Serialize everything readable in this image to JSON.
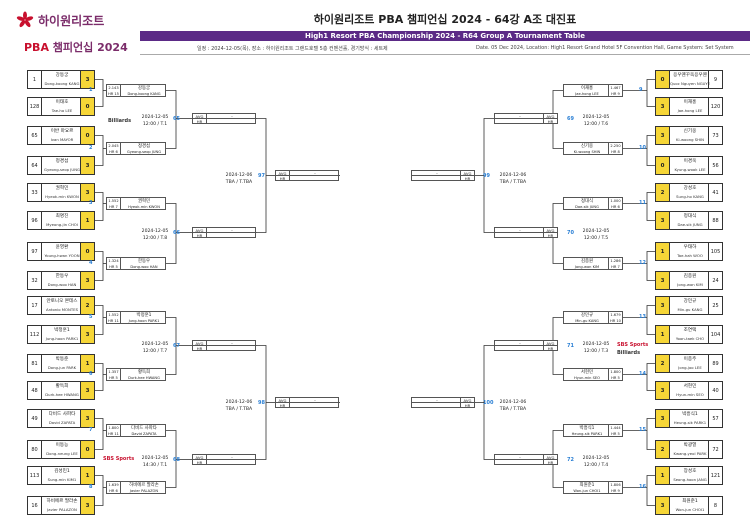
{
  "header": {
    "logo_kr": "하이원리조트",
    "logo_pba_prefix": "PBA",
    "logo_pba_rest": " 챔피언십 2024",
    "title_kr": "하이원리조트 PBA 챔피언십 2024 - 64강 A조 대진표",
    "title_en": "High1 Resort PBA Championship 2024 - R64 Group A Tournament Table",
    "info_left": "일정 : 2024-12-05(목), 장소 : 하이원리조트 그랜드호텔 5층 컨벤션홀, 경기방식 : 세트제",
    "info_right": "Date. 05 Dec 2024, Location: High1 Resort Grand Hotel 5F Convention Hall, Game System: Set System"
  },
  "labels": {
    "avg": "AVG",
    "hr": "HR",
    "dash": "-"
  },
  "sponsors": {
    "billiards": "Billiards",
    "sbs_sports": "SBS Sports"
  },
  "players_left": [
    {
      "seed": "1",
      "kr": "강동궁",
      "en": "Dong-koong KANG",
      "score": "3"
    },
    {
      "seed": "128",
      "kr": "이태호",
      "en": "Tae-ho LEE",
      "score": "0"
    },
    {
      "seed": "65",
      "kr": "이반 마요르",
      "en": "Ivan MAYOR",
      "score": "0"
    },
    {
      "seed": "64",
      "kr": "정경섭",
      "en": "Gyeong-seop JUNG",
      "score": "3"
    },
    {
      "seed": "33",
      "kr": "권혁민",
      "en": "Hyeok-min KWON",
      "score": "3"
    },
    {
      "seed": "96",
      "kr": "최명진",
      "en": "Myeong-jin CHOI",
      "score": "1"
    },
    {
      "seed": "97",
      "kr": "윤영환",
      "en": "Young-hwan YOON",
      "score": "0"
    },
    {
      "seed": "32",
      "kr": "한동우",
      "en": "Dong-woo HAN",
      "score": "3"
    },
    {
      "seed": "17",
      "kr": "안토니오 몬테스",
      "en": "Antonio MONTES",
      "score": "2"
    },
    {
      "seed": "112",
      "kr": "박정훈1",
      "en": "Jung-hoon PARK1",
      "score": "3"
    },
    {
      "seed": "81",
      "kr": "박동준",
      "en": "Dong-jun PARK",
      "score": "1"
    },
    {
      "seed": "48",
      "kr": "황득희",
      "en": "Durk-hee HWANG",
      "score": "3"
    },
    {
      "seed": "49",
      "kr": "다비드 사파타",
      "en": "David ZAPATA",
      "score": "3"
    },
    {
      "seed": "80",
      "kr": "이동능",
      "en": "Dong-neung LEE",
      "score": "0"
    },
    {
      "seed": "113",
      "kr": "김성민1",
      "en": "Sung-min KIM1",
      "score": "1"
    },
    {
      "seed": "16",
      "kr": "하비에르 팔라손",
      "en": "Javier PALAZON",
      "score": "3"
    }
  ],
  "players_right": [
    {
      "seed": "9",
      "kr": "응우옌꾸옥응우옌",
      "en": "Quoc Nguyen NGUYEN",
      "score": "0"
    },
    {
      "seed": "120",
      "kr": "이재홍",
      "en": "Jae-hong LEE",
      "score": "3"
    },
    {
      "seed": "73",
      "kr": "신기웅",
      "en": "Ki-woong SHIN",
      "score": "3"
    },
    {
      "seed": "56",
      "kr": "이경욱",
      "en": "Kyung-wook LEE",
      "score": "0"
    },
    {
      "seed": "41",
      "kr": "강성호",
      "en": "Sung-ho KANG",
      "score": "2"
    },
    {
      "seed": "88",
      "kr": "정대식",
      "en": "Dae-sik JUNG",
      "score": "3"
    },
    {
      "seed": "105",
      "kr": "우태하",
      "en": "Tae-hah WOO",
      "score": "1"
    },
    {
      "seed": "24",
      "kr": "김종원",
      "en": "Jong-won KIM",
      "score": "3"
    },
    {
      "seed": "25",
      "kr": "강민규",
      "en": "Min-gu KANG",
      "score": "3"
    },
    {
      "seed": "104",
      "kr": "조연택",
      "en": "Yoon-taek CHO",
      "score": "1"
    },
    {
      "seed": "89",
      "kr": "이종주",
      "en": "Jong-joo LEE",
      "score": "2"
    },
    {
      "seed": "40",
      "kr": "서현민",
      "en": "Hyun-min SEO",
      "score": "3"
    },
    {
      "seed": "57",
      "kr": "박흥식1",
      "en": "Heung-sik PARK1",
      "score": "3"
    },
    {
      "seed": "72",
      "kr": "박광열",
      "en": "Kwang-yeol PARK",
      "score": "2"
    },
    {
      "seed": "121",
      "kr": "장성호",
      "en": "Seong-hoon JANG",
      "score": "1"
    },
    {
      "seed": "8",
      "kr": "최원준1",
      "en": "Won-jun CHOI1",
      "score": "3"
    }
  ],
  "winners_left": [
    {
      "avg": "2.143",
      "hr": "HR 15",
      "kr": "강동궁",
      "en": "Dong-koong KANG"
    },
    {
      "avg": "2.045",
      "hr": "HR 6",
      "kr": "정경섭",
      "en": "Gyeong-seop JUNG"
    },
    {
      "avg": "1.552",
      "hr": "HR 7",
      "kr": "권혁민",
      "en": "Hyeok-min KWON"
    },
    {
      "avg": "1.324",
      "hr": "HR 5",
      "kr": "한동우",
      "en": "Dong-woo HAN"
    },
    {
      "avg": "1.552",
      "hr": "HR 11",
      "kr": "박정훈1",
      "en": "Jung-hoon PARK1"
    },
    {
      "avg": "1.357",
      "hr": "HR 5",
      "kr": "황득희",
      "en": "Durk-hee HWANG"
    },
    {
      "avg": "1.800",
      "hr": "HR 11",
      "kr": "다비드 사파타",
      "en": "David ZAPATA"
    },
    {
      "avg": "1.639",
      "hr": "HR 6",
      "kr": "하비에르 팔라손",
      "en": "Javier PALAZON"
    }
  ],
  "winners_right": [
    {
      "avg": "1.467",
      "hr": "HR 9",
      "kr": "이재홍",
      "en": "Jae-hong LEE"
    },
    {
      "avg": "2.250",
      "hr": "HR 8",
      "kr": "신기웅",
      "en": "Ki-woong SHIN"
    },
    {
      "avg": "1.000",
      "hr": "HR 6",
      "kr": "정대식",
      "en": "Dae-sik JUNG"
    },
    {
      "avg": "1.286",
      "hr": "HR 7",
      "kr": "김종원",
      "en": "Jong-won KIM"
    },
    {
      "avg": "1.679",
      "hr": "HR 10",
      "kr": "강민규",
      "en": "Min-gu KANG"
    },
    {
      "avg": "1.800",
      "hr": "HR 5",
      "kr": "서현민",
      "en": "Hyun-min SEO"
    },
    {
      "avg": "1.444",
      "hr": "HR 5",
      "kr": "박흥식1",
      "en": "Heung-sik PARK1"
    },
    {
      "avg": "1.806",
      "hr": "HR 9",
      "kr": "최원준1",
      "en": "Won-jun CHOI1"
    }
  ],
  "match_numbers": {
    "r1_left": [
      "1",
      "2",
      "3",
      "4",
      "5",
      "6",
      "7",
      "8"
    ],
    "r1_right": [
      "9",
      "10",
      "11",
      "12",
      "13",
      "14",
      "15",
      "16"
    ],
    "r2_left": [
      "65",
      "66",
      "67",
      "68"
    ],
    "r2_right": [
      "69",
      "70",
      "71",
      "72"
    ],
    "r3_left": [
      "97",
      "98"
    ],
    "r3_right": [
      "99",
      "100"
    ]
  },
  "r2_info_left": [
    {
      "date": "2024-12-05",
      "time": "12:00 / T.1"
    },
    {
      "date": "2024-12-05",
      "time": "12:00 / T.8"
    },
    {
      "date": "2024-12-05",
      "time": "12:00 / T.7"
    },
    {
      "date": "2024-12-05",
      "time": "14:30 / T.1"
    }
  ],
  "r2_info_right": [
    {
      "date": "2024-12-05",
      "time": "12:00 / T.6"
    },
    {
      "date": "2024-12-05",
      "time": "12:00 / T.5"
    },
    {
      "date": "2024-12-05",
      "time": "12:00 / T.3"
    },
    {
      "date": "2024-12-05",
      "time": "12:00 / T.4"
    }
  ],
  "r3_info": [
    {
      "date": "2024-12-06",
      "time": "TBA / T.TBA"
    },
    {
      "date": "2024-12-06",
      "time": "TBA / T.TBA"
    },
    {
      "date": "2024-12-06",
      "time": "TBA / T.TBA"
    },
    {
      "date": "2024-12-06",
      "time": "TBA / T.TBA"
    }
  ],
  "colors": {
    "brand": "#5b2a86",
    "score": "#f6d637",
    "accent": "#2a7fd4"
  }
}
